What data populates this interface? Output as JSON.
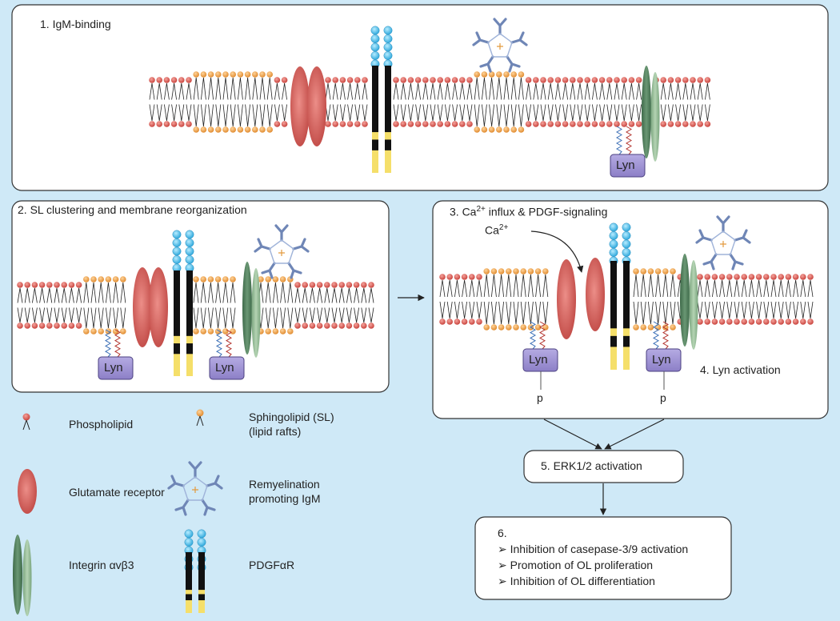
{
  "panel1": {
    "title": "1. IgM-binding",
    "lyn": "Lyn"
  },
  "panel2": {
    "title": "2. SL clustering and membrane reorganization",
    "lyn_left": "Lyn",
    "lyn_right": "Lyn"
  },
  "panel3": {
    "title_prefix": "3. Ca",
    "title_sup": "2+",
    "title_suffix": " influx & PDGF-signaling",
    "ca_prefix": "Ca",
    "ca_sup": "2+",
    "lyn_left": "Lyn",
    "lyn_right": "Lyn",
    "p_left": "p",
    "p_right": "p",
    "step4": "4. Lyn activation"
  },
  "step5": "5. ERK1/2 activation",
  "step6": {
    "number": "6.",
    "items": [
      "Inhibition of casepase-3/9 activation",
      "Promotion of OL proliferation",
      "Inhibition of OL differentiation"
    ],
    "bullet": "➢"
  },
  "legend": {
    "phospholipid": "Phospholipid",
    "sphingolipid_line1": "Sphingolipid (SL)",
    "sphingolipid_line2": "(lipid rafts)",
    "glutamate": "Glutamate receptor",
    "igm_line1": "Remyelination",
    "igm_line2": "promoting IgM",
    "integrin": "Integrin αvβ3",
    "pdgf": "PDGFαR"
  },
  "colors": {
    "background": "#cfe9f7",
    "phospholipid_head": "#d9574f",
    "sphingolipid_head": "#f0a04b",
    "glutamate_receptor": "#cf5a57",
    "integrin_dark": "#4f7a5a",
    "integrin_light": "#8db48e",
    "lyn": "#9b8fd0",
    "igm": "#7d93bf",
    "pdgf_ball": "#4fc3ee",
    "pdgf_yellow": "#f5df6a"
  }
}
